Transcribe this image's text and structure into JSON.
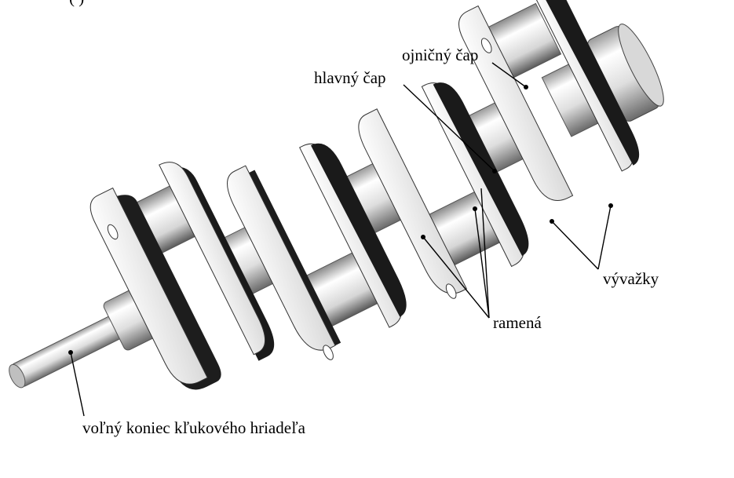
{
  "header_fragment": "(          )",
  "labels": {
    "crank_pin": "ojničný čap",
    "main_journal": "hlavný čap",
    "counterweights": "vývažky",
    "webs": "ramená",
    "free_end": "voľný koniec kľukového hriadeľa"
  },
  "colors": {
    "background": "#ffffff",
    "ink": "#000000",
    "metal_light": "#f4f4f4",
    "metal_shadow": "#1c1c1c"
  },
  "icon": "crankshaft-illustration"
}
